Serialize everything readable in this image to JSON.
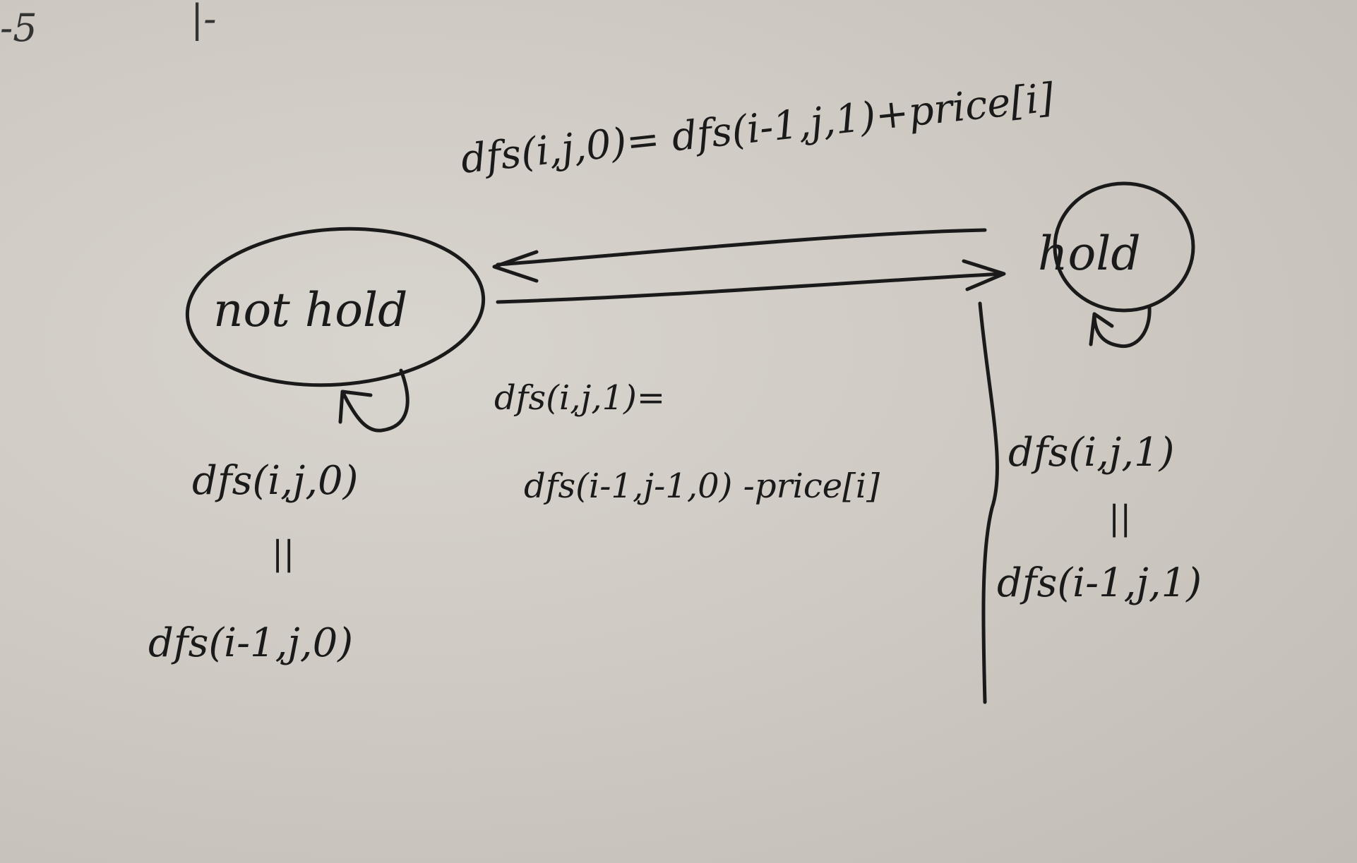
{
  "corner_marks": [
    "-5",
    "|-"
  ],
  "states": {
    "not_hold": "not hold",
    "hold": "hold"
  },
  "transitions": {
    "sell": "dfs(i,j,0)= dfs(i-1,j,1)+price[i]",
    "buy_lhs": "dfs(i,j,1)=",
    "buy_rhs": "dfs(i-1,j-1,0) -price[i]"
  },
  "not_hold_self": {
    "lhs": "dfs(i,j,0)",
    "eq": "||",
    "rhs": "dfs(i-1,j,0)"
  },
  "hold_self": {
    "lhs": "dfs(i,j,1)",
    "eq": "||",
    "rhs": "dfs(i-1,j,1)"
  },
  "ink_color": "#1a1a1a"
}
